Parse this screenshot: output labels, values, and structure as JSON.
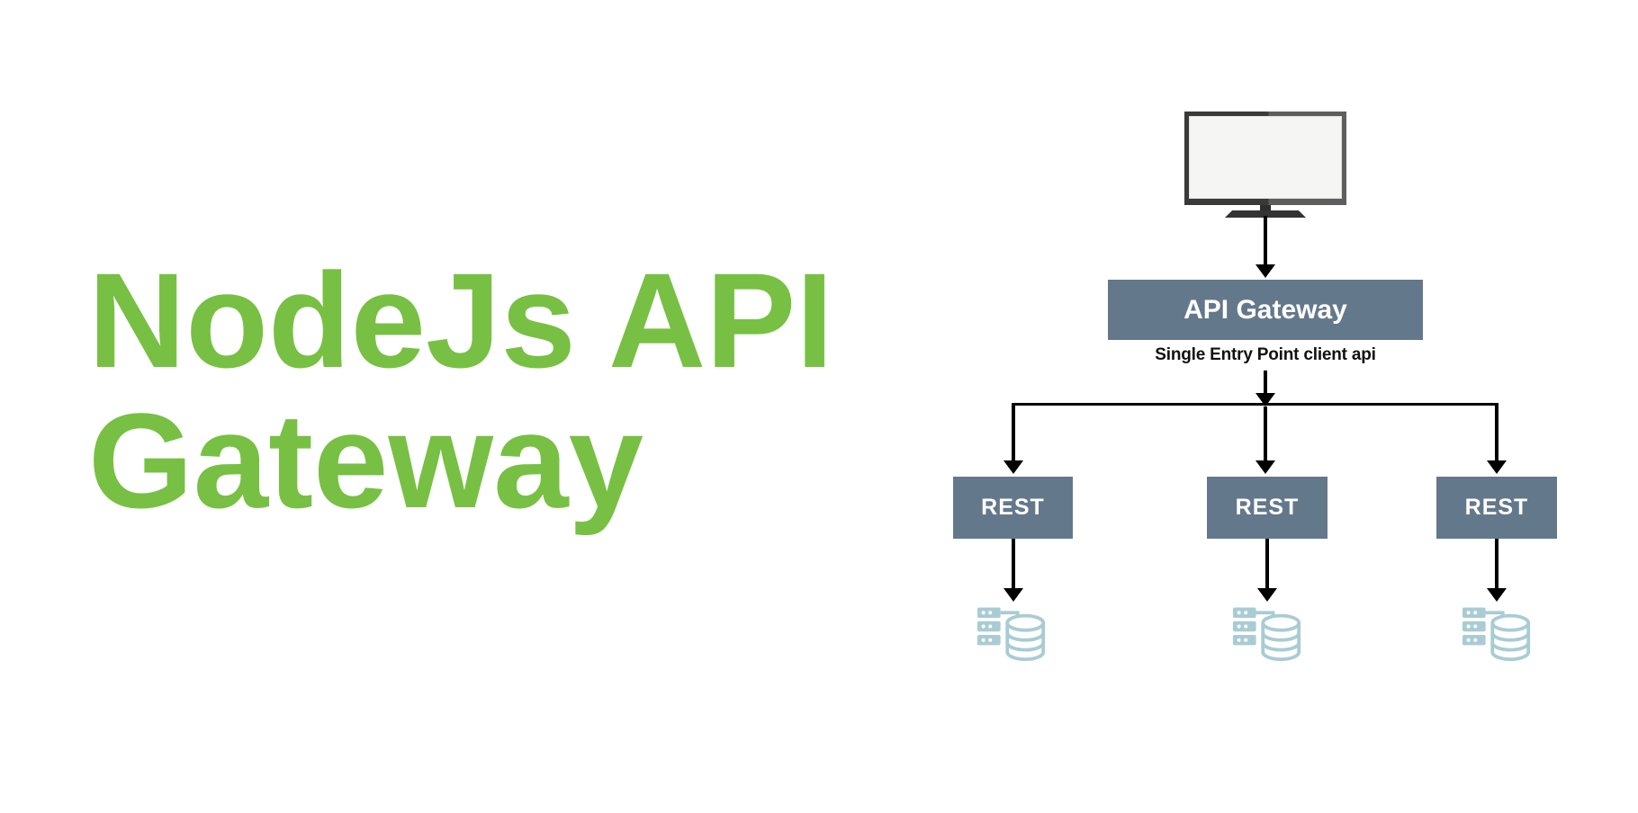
{
  "title": {
    "line1": "NodeJs API",
    "line2": "Gateway",
    "color": "#77c043"
  },
  "diagram": {
    "client": {
      "icon": "monitor-icon"
    },
    "gateway": {
      "label": "API Gateway",
      "caption": "Single Entry Point client api"
    },
    "services": [
      {
        "label": "REST",
        "icon": "database-server-icon"
      },
      {
        "label": "REST",
        "icon": "database-server-icon"
      },
      {
        "label": "REST",
        "icon": "database-server-icon"
      }
    ],
    "colors": {
      "node_bg": "#64788c",
      "node_text": "#ffffff",
      "caption_text": "#111111",
      "arrow": "#000000",
      "db_icon": "#a9ccd4",
      "title_green": "#77c043"
    }
  }
}
